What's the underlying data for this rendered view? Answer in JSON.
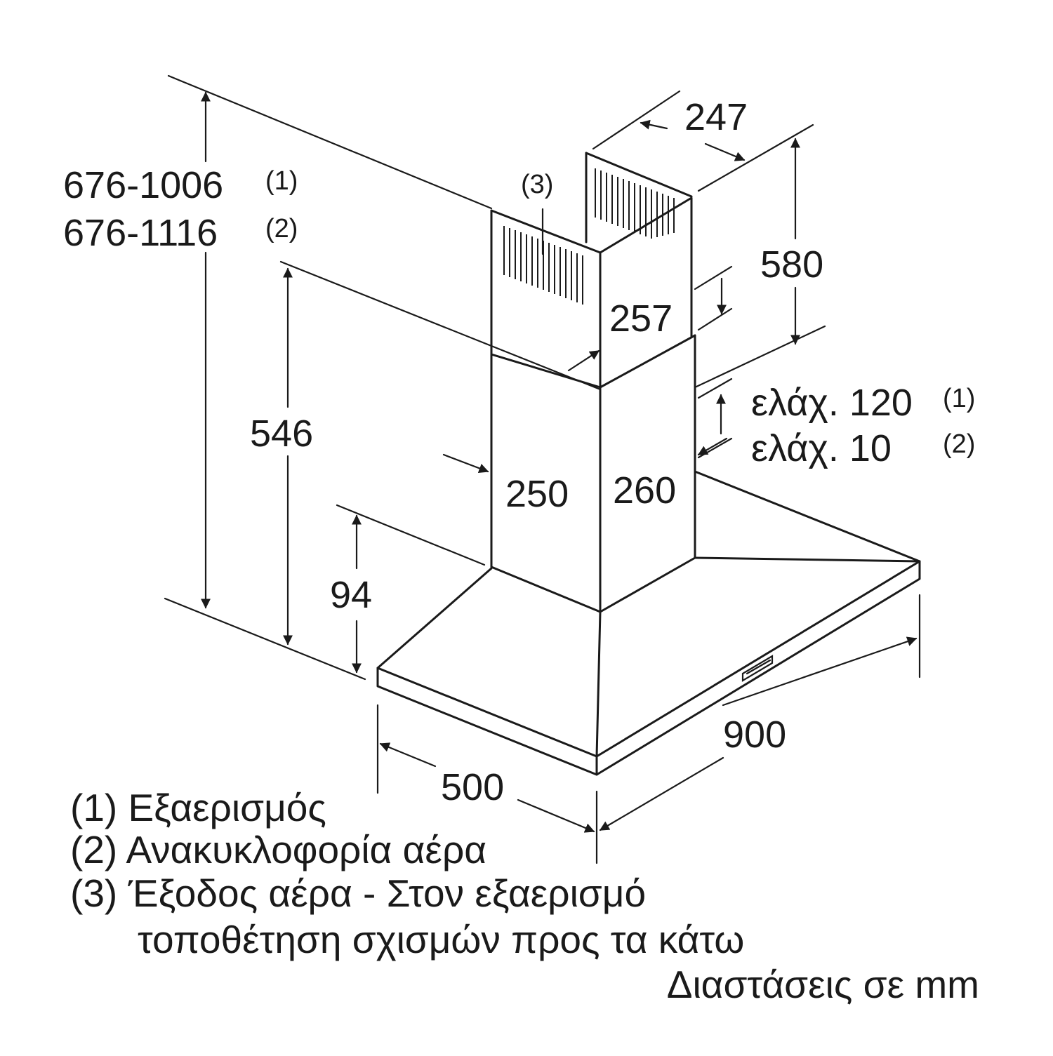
{
  "dimensions": {
    "chimney_height_vent": "676-1006",
    "chimney_height_vent_ref": "(1)",
    "chimney_height_recirc": "676-1116",
    "chimney_height_recirc_ref": "(2)",
    "outlet_label": "(3)",
    "upper_chimney_width": "247",
    "upper_chimney_height": "580",
    "upper_chimney_depth": "257",
    "min_gap_vent": "ελάχ. 120",
    "min_gap_vent_ref": "(1)",
    "min_gap_recirc": "ελάχ. 10",
    "min_gap_recirc_ref": "(2)",
    "lower_chimney_height": "546",
    "lower_chimney_depth": "250",
    "lower_chimney_width": "260",
    "canopy_height": "94",
    "hood_width": "900",
    "hood_depth": "500"
  },
  "legend": {
    "item1": "(1) Εξαερισμός",
    "item2": "(2) Ανακυκλοφορία αέρα",
    "item3_line1": "(3) Έξοδος αέρα - Στον εξαερισμό",
    "item3_line2": "τοποθέτηση σχισμών προς τα κάτω",
    "units": "Διαστάσεις σε mm"
  }
}
